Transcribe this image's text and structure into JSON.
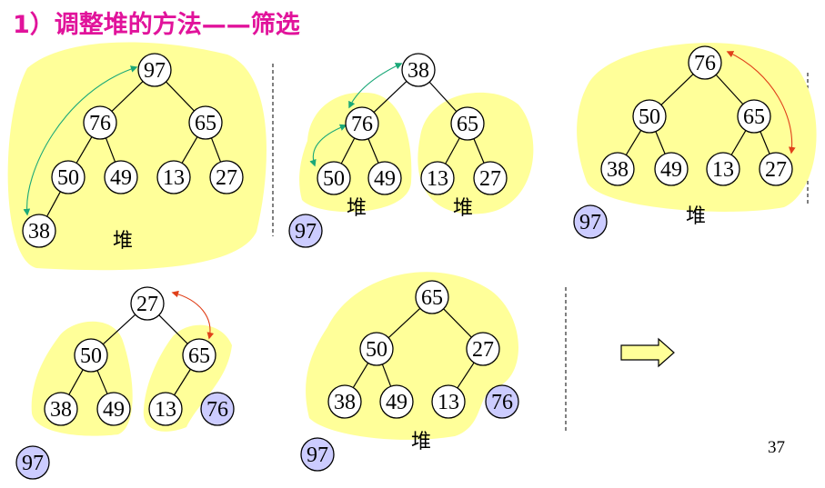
{
  "title": "1）调整堆的方法——筛选",
  "page_number": "37",
  "heap_label": "堆",
  "colors": {
    "title": "#e1139b",
    "heap_region": "#ffff99",
    "removed_node": "#ccccff",
    "swap_arrow_green": "#1aa878",
    "swap_arrow_red": "#e0401a"
  },
  "panels": [
    {
      "id": "step1",
      "nodes": [
        {
          "id": "a",
          "value": "97"
        },
        {
          "id": "b",
          "value": "76"
        },
        {
          "id": "c",
          "value": "65"
        },
        {
          "id": "d",
          "value": "50"
        },
        {
          "id": "e",
          "value": "49"
        },
        {
          "id": "f",
          "value": "13"
        },
        {
          "id": "g",
          "value": "27"
        },
        {
          "id": "h",
          "value": "38"
        }
      ],
      "edges": [
        [
          "a",
          "b"
        ],
        [
          "a",
          "c"
        ],
        [
          "b",
          "d"
        ],
        [
          "b",
          "e"
        ],
        [
          "c",
          "f"
        ],
        [
          "c",
          "g"
        ],
        [
          "d",
          "h"
        ]
      ],
      "swap": [
        "a",
        "h"
      ],
      "labels": 1
    },
    {
      "id": "step2",
      "nodes": [
        {
          "id": "a",
          "value": "38"
        },
        {
          "id": "b",
          "value": "76"
        },
        {
          "id": "c",
          "value": "65"
        },
        {
          "id": "d",
          "value": "50"
        },
        {
          "id": "e",
          "value": "49"
        },
        {
          "id": "f",
          "value": "13"
        },
        {
          "id": "g",
          "value": "27"
        },
        {
          "id": "x",
          "value": "97",
          "removed": true
        }
      ],
      "edges": [
        [
          "a",
          "b"
        ],
        [
          "a",
          "c"
        ],
        [
          "b",
          "d"
        ],
        [
          "b",
          "e"
        ],
        [
          "c",
          "f"
        ],
        [
          "c",
          "g"
        ]
      ],
      "swaps": [
        [
          "a",
          "b"
        ],
        [
          "b",
          "d"
        ]
      ],
      "labels": 2
    },
    {
      "id": "step3",
      "nodes": [
        {
          "id": "a",
          "value": "76"
        },
        {
          "id": "b",
          "value": "50"
        },
        {
          "id": "c",
          "value": "65"
        },
        {
          "id": "d",
          "value": "38"
        },
        {
          "id": "e",
          "value": "49"
        },
        {
          "id": "f",
          "value": "13"
        },
        {
          "id": "g",
          "value": "27"
        },
        {
          "id": "x",
          "value": "97",
          "removed": true
        }
      ],
      "edges": [
        [
          "a",
          "b"
        ],
        [
          "a",
          "c"
        ],
        [
          "b",
          "d"
        ],
        [
          "b",
          "e"
        ],
        [
          "c",
          "f"
        ],
        [
          "c",
          "g"
        ]
      ],
      "swap": [
        "a",
        "g"
      ],
      "labels": 1
    },
    {
      "id": "step4",
      "nodes": [
        {
          "id": "a",
          "value": "27"
        },
        {
          "id": "b",
          "value": "50"
        },
        {
          "id": "c",
          "value": "65"
        },
        {
          "id": "d",
          "value": "38"
        },
        {
          "id": "e",
          "value": "49"
        },
        {
          "id": "f",
          "value": "13"
        },
        {
          "id": "y",
          "value": "76",
          "removed": true
        },
        {
          "id": "x",
          "value": "97",
          "removed": true
        }
      ],
      "edges": [
        [
          "a",
          "b"
        ],
        [
          "a",
          "c"
        ],
        [
          "b",
          "d"
        ],
        [
          "b",
          "e"
        ],
        [
          "c",
          "f"
        ]
      ],
      "swap": [
        "a",
        "c"
      ],
      "labels": 0
    },
    {
      "id": "step5",
      "nodes": [
        {
          "id": "a",
          "value": "65"
        },
        {
          "id": "b",
          "value": "50"
        },
        {
          "id": "c",
          "value": "27"
        },
        {
          "id": "d",
          "value": "38"
        },
        {
          "id": "e",
          "value": "49"
        },
        {
          "id": "f",
          "value": "13"
        },
        {
          "id": "y",
          "value": "76",
          "removed": true
        },
        {
          "id": "x",
          "value": "97",
          "removed": true
        }
      ],
      "edges": [
        [
          "a",
          "b"
        ],
        [
          "a",
          "c"
        ],
        [
          "b",
          "d"
        ],
        [
          "b",
          "e"
        ],
        [
          "c",
          "f"
        ]
      ],
      "labels": 1
    }
  ]
}
